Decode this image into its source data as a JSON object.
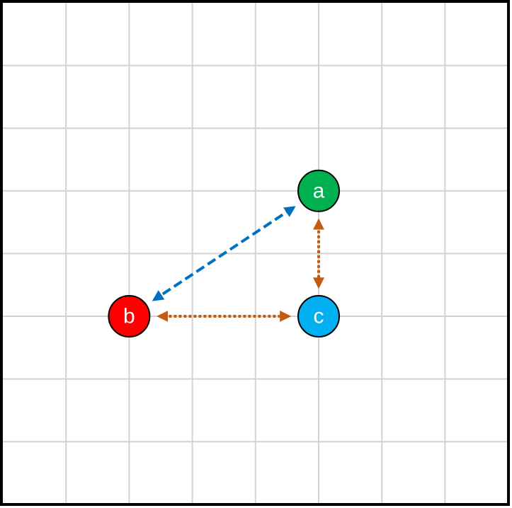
{
  "colors": {
    "background": "#ffffff",
    "border": "#000000",
    "grid": "#d3d3d3",
    "node_outline": "#000000",
    "node_text": "#ffffff",
    "dashed_arrow": "#0070c0",
    "dotted_arrow": "#c55a11"
  },
  "grid": {
    "columns": 8,
    "rows": 8
  },
  "nodes": [
    {
      "id": "a",
      "label": "a",
      "color": "#00b050",
      "col": 5,
      "row": 3
    },
    {
      "id": "b",
      "label": "b",
      "color": "#ff0000",
      "col": 2,
      "row": 5
    },
    {
      "id": "c",
      "label": "c",
      "color": "#00b0f0",
      "col": 5,
      "row": 5
    }
  ],
  "edges": [
    {
      "from": "a",
      "to": "b",
      "style": "dashed",
      "color": "#0070c0",
      "arrowheads": "both"
    },
    {
      "from": "a",
      "to": "c",
      "style": "dotted",
      "color": "#c55a11",
      "arrowheads": "both"
    },
    {
      "from": "b",
      "to": "c",
      "style": "dotted",
      "color": "#c55a11",
      "arrowheads": "both"
    }
  ]
}
